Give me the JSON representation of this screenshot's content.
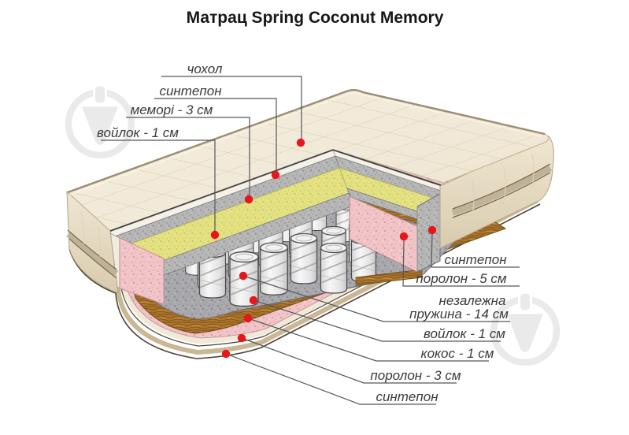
{
  "title": "Матрац Spring Coconut Memory",
  "annotations": {
    "left": [
      {
        "id": "cover",
        "text": "чохол"
      },
      {
        "id": "sintepon_top",
        "text": "синтепон"
      },
      {
        "id": "memory",
        "text": "меморі - 3 см"
      },
      {
        "id": "felt_top",
        "text": "войлок - 1 см"
      }
    ],
    "right": [
      {
        "id": "sintepon_side",
        "text": "синтепон"
      },
      {
        "id": "foam_5",
        "text": "поролон - 5 см"
      },
      {
        "id": "spring",
        "line1": "незалежна",
        "line2": "пружина - 14 см"
      },
      {
        "id": "felt_bottom",
        "text": "войлок - 1 см"
      },
      {
        "id": "coconut",
        "text": "кокос - 1 см"
      },
      {
        "id": "foam_3",
        "text": "поролон - 3 см"
      },
      {
        "id": "sintepon_bottom",
        "text": "синтепон"
      }
    ]
  },
  "colors": {
    "background": "#ffffff",
    "quilt_top": "#f2ead8",
    "quilt_line": "#d2c5a8",
    "side_fabric": "#eae0ca",
    "border_tape": "#c9b795",
    "memory_yellow": "#e3e182",
    "felt_gray": "#b3b3b3",
    "floor_gray": "#a9a9ad",
    "spring_white": "#f2f2f2",
    "foam_pink": "#f1c5c8",
    "coconut_brown": "#ad762e",
    "dot_red": "#e7161b",
    "leader_line": "#55565a",
    "label_text": "#3b3b3b",
    "watermark_gray": "#d9d9d9"
  }
}
